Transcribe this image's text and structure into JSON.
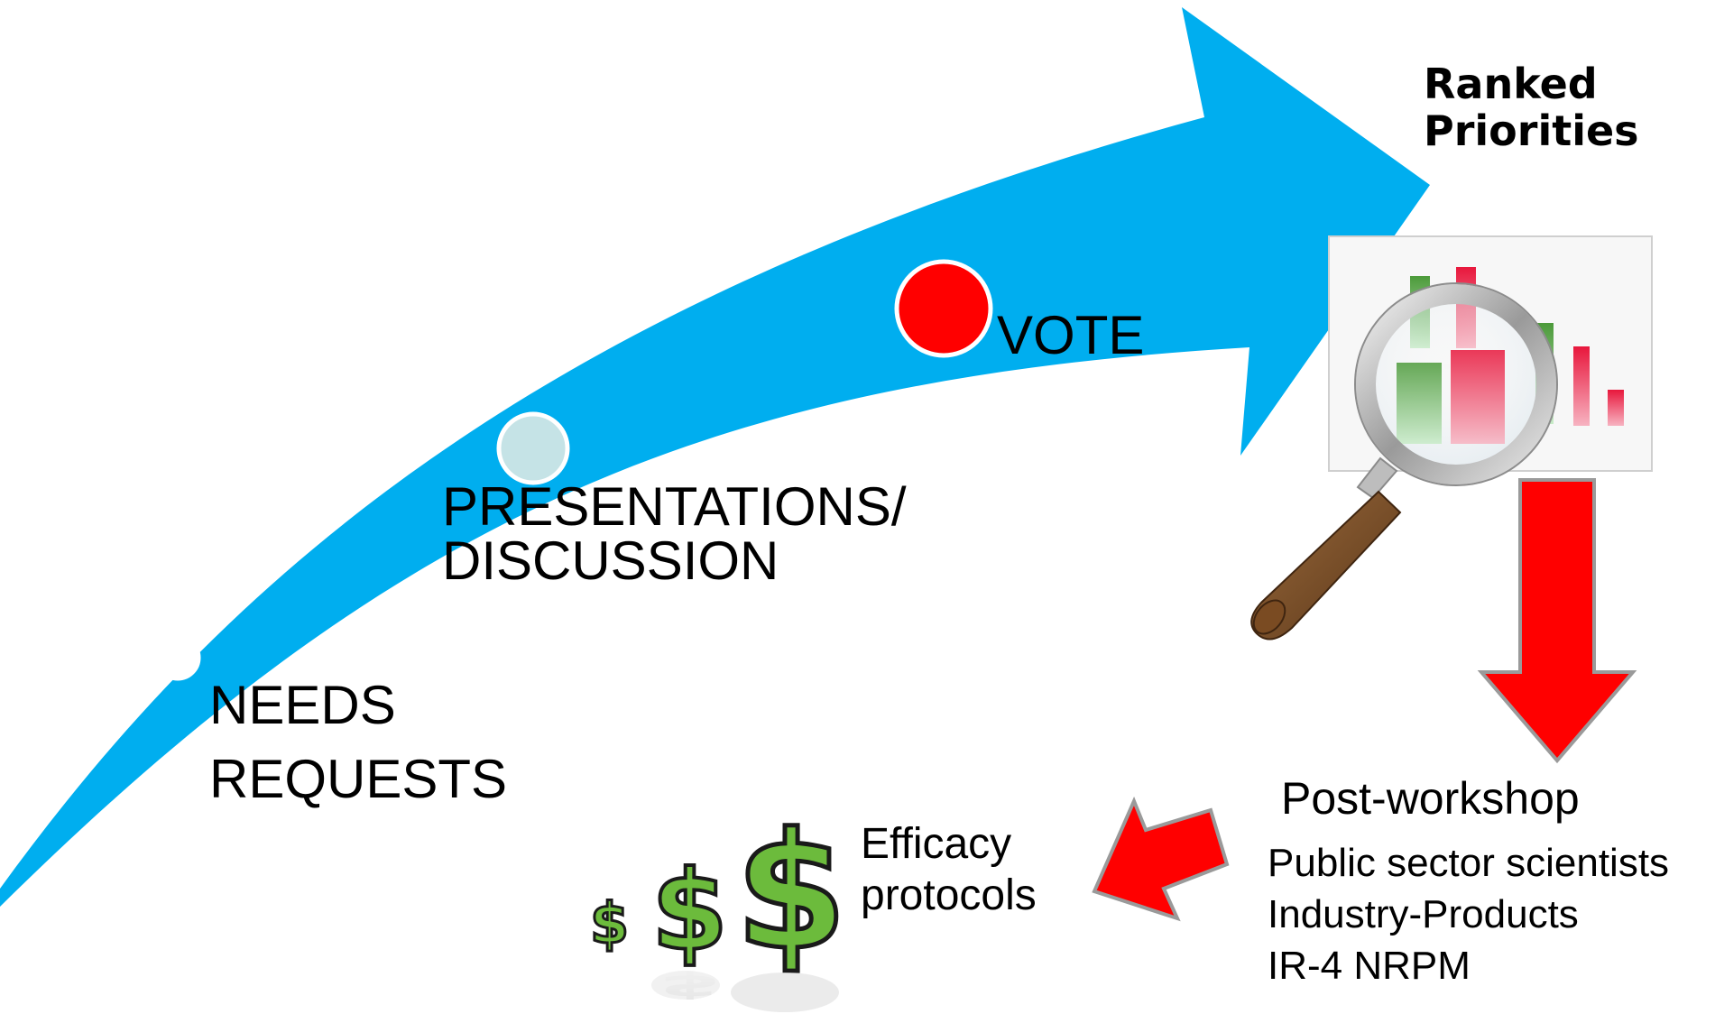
{
  "title": {
    "line1": "Ranked",
    "line2": "Priorities"
  },
  "stages": {
    "needs": {
      "line1": "NEEDS",
      "line2": "REQUESTS"
    },
    "presentations": {
      "line1": "PRESENTATIONS/",
      "line2": "DISCUSSION"
    },
    "vote": {
      "label": "VOTE"
    }
  },
  "post_workshop": {
    "heading": "Post-workshop",
    "items": [
      "Public sector scientists",
      "Industry-Products",
      "IR-4 NRPM"
    ]
  },
  "efficacy": {
    "line1": "Efficacy",
    "line2": "protocols"
  },
  "colors": {
    "flow_arrow": "#00AEEF",
    "red_arrow": "#FF0000",
    "dot_needs": "#FFFFFF",
    "dot_presentations": "#C5E3E6",
    "dot_vote": "#FF0000",
    "dollar_green": "#6CBB3C"
  },
  "icons": [
    "magnifier-chart-icon",
    "dollar-signs-icon"
  ]
}
